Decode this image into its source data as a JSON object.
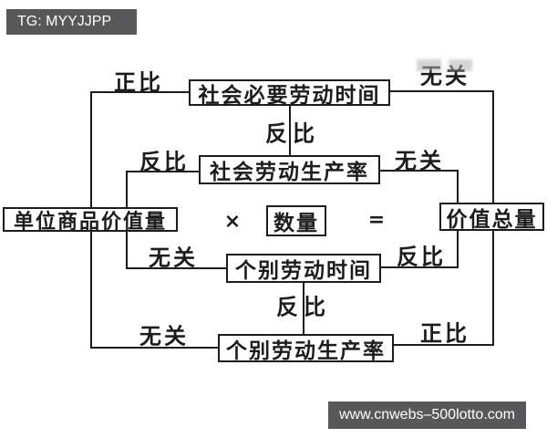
{
  "watermark_top": {
    "text": "TG: MYYJJPP"
  },
  "watermark_bottom": {
    "text": "www.cnwebs–500lotto.com"
  },
  "colors": {
    "background": "#ffffff",
    "line": "#1c1c1c",
    "badge_bg": "#58585a",
    "badge_text": "#ffffff"
  },
  "diagram": {
    "nodes": [
      {
        "id": "socially-necessary-labor-time",
        "label": "社会必要劳动时间"
      },
      {
        "id": "social-labor-productivity",
        "label": "社会劳动生产率"
      },
      {
        "id": "unit-commodity-value",
        "label": "单位商品价值量"
      },
      {
        "id": "quantity",
        "label": "数量"
      },
      {
        "id": "total-value",
        "label": "价值总量"
      },
      {
        "id": "individual-labor-time",
        "label": "个别劳动时间"
      },
      {
        "id": "individual-labor-productivity",
        "label": "个别劳动生产率"
      }
    ],
    "operators": {
      "multiply": "×",
      "equals": "="
    },
    "edge_labels": [
      {
        "text": "正比",
        "position": "top-left"
      },
      {
        "text": "无关",
        "position": "top-right"
      },
      {
        "text": "反比",
        "position": "middle-upper"
      },
      {
        "text": "反比",
        "position": "row2-left"
      },
      {
        "text": "无关",
        "position": "row2-right"
      },
      {
        "text": "无关",
        "position": "row4-left"
      },
      {
        "text": "反比",
        "position": "row4-right"
      },
      {
        "text": "反比",
        "position": "middle-lower"
      },
      {
        "text": "无关",
        "position": "bottom-left"
      },
      {
        "text": "正比",
        "position": "bottom-right"
      }
    ]
  }
}
